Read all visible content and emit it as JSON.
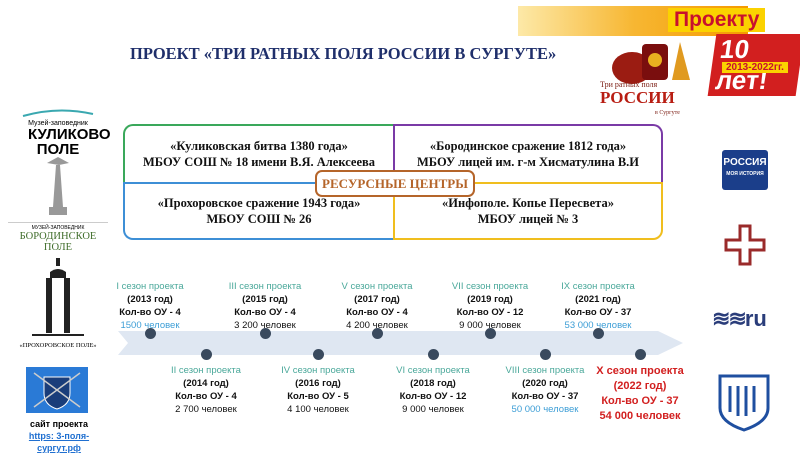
{
  "title": "ПРОЕКТ «ТРИ РАТНЫХ ПОЛЯ РОССИИ В СУРГУТЕ»",
  "anniversary": {
    "line1": "Проекту",
    "line2": "10 лет!",
    "years": "2013-2022гг.",
    "logo_small": "Три ратных поля",
    "logo_big": "РОССИИ",
    "logo_sub": "в Сургуте"
  },
  "centers": {
    "label": "РЕСУРСНЫЕ ЦЕНТРЫ",
    "items": [
      {
        "name": "«Куликовская битва 1380 года»",
        "school": "МБОУ СОШ № 18 имени В.Я. Алексеева"
      },
      {
        "name": "«Бородинское сражение 1812 года»",
        "school": "МБОУ лицей им. г-м Хисматулина В.И"
      },
      {
        "name": "«Прохоровское сражение 1943 года»",
        "school": "МБОУ СОШ № 26"
      },
      {
        "name": "«Инфополе. Копье Пересвета»",
        "school": "МБОУ лицей № 3"
      }
    ]
  },
  "seasons": [
    {
      "h": "I сезон проекта",
      "y": "(2013 год)",
      "k": "Кол-во ОУ - 4",
      "p": "1500 человек",
      "highlight": "blue"
    },
    {
      "h": "II сезон проекта",
      "y": "(2014 год)",
      "k": "Кол-во ОУ - 4",
      "p": "2 700 человек"
    },
    {
      "h": "III сезон проекта",
      "y": "(2015 год)",
      "k": "Кол-во ОУ - 4",
      "p": "3 200 человек"
    },
    {
      "h": "IV сезон проекта",
      "y": "(2016 год)",
      "k": "Кол-во ОУ - 5",
      "p": "4 100 человек"
    },
    {
      "h": "V сезон проекта",
      "y": "(2017 год)",
      "k": "Кол-во ОУ - 4",
      "p": "4 200 человек"
    },
    {
      "h": "VI сезон проекта",
      "y": "(2018 год)",
      "k": "Кол-во ОУ - 12",
      "p": "9 000 человек"
    },
    {
      "h": "VII сезон проекта",
      "y": "(2019 год)",
      "k": "Кол-во ОУ - 12",
      "p": "9 000 человек"
    },
    {
      "h": "VIII сезон проекта",
      "y": "(2020 год)",
      "k": "Кол-во ОУ - 37",
      "p": "50 000 человек",
      "highlight": "blue"
    },
    {
      "h": "IX сезон проекта",
      "y": "(2021 год)",
      "k": "Кол-во ОУ - 37",
      "p": "53 000 человек",
      "highlight": "blue"
    },
    {
      "h": "X сезон проекта",
      "y": "(2022 год)",
      "k": "Кол-во ОУ - 37",
      "p": "54 000 человек",
      "highlight": "red"
    }
  ],
  "left_logos": {
    "kulikovo_top": "Музей-заповедник",
    "kulikovo": "КУЛИКОВО ПОЛЕ",
    "borodino_top": "МУЗЕЙ-ЗАПОВЕДНИК",
    "borodino": "БОРОДИНСКОЕ ПОЛЕ",
    "prokhorovka": "«ПРОХОРОВСКОЕ ПОЛЕ»"
  },
  "right_logos": {
    "russia_line1": "РОССИЯ",
    "russia_line2": "МОЯ ИСТОРИЯ",
    "ru": "ru"
  },
  "site": {
    "label": "сайт проекта",
    "url": "https: 3-поля-сургут.рф"
  },
  "colors": {
    "accent_red": "#d21f1f",
    "teal": "#4aa89a",
    "blue": "#3d9ed6",
    "navy": "#1f2f6b"
  }
}
